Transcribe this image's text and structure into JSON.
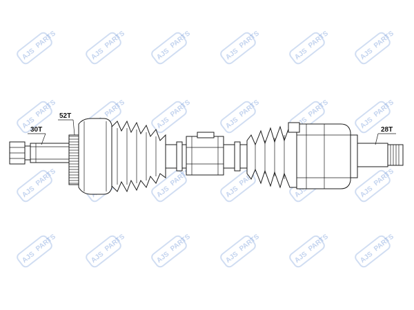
{
  "watermark": {
    "brand_text": "AJS",
    "sub_text": "PARTS",
    "color": "#2a64c5"
  },
  "callouts": {
    "outer_spline": "30T",
    "abs_ring": "52T",
    "inner_spline": "28T"
  }
}
